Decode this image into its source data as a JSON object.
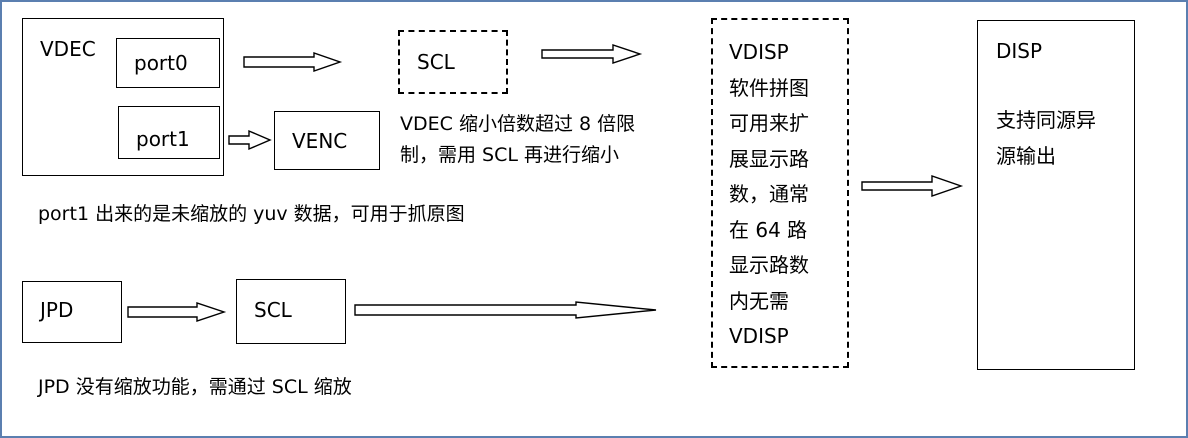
{
  "nodes": {
    "vdec": "VDEC",
    "port0": "port0",
    "port1": "port1",
    "scl_top": "SCL",
    "venc": "VENC",
    "jpd": "JPD",
    "scl_bottom": "SCL",
    "vdisp_lines": [
      "VDISP",
      "软件拼图",
      "可用来扩",
      "展显示路",
      "数，通常",
      "在 64 路",
      "显示路数",
      "内无需",
      "VDISP"
    ],
    "disp_title": "DISP",
    "disp_lines": [
      "支持同源异",
      "源输出"
    ]
  },
  "notes": {
    "scl_note_lines": [
      "VDEC 缩小倍数超过 8 倍限",
      "制，需用 SCL 再进行缩小"
    ],
    "port1_note": "port1 出来的是未缩放的 yuv 数据，可用于抓原图",
    "jpd_note": "JPD 没有缩放功能，需通过 SCL 缩放"
  }
}
